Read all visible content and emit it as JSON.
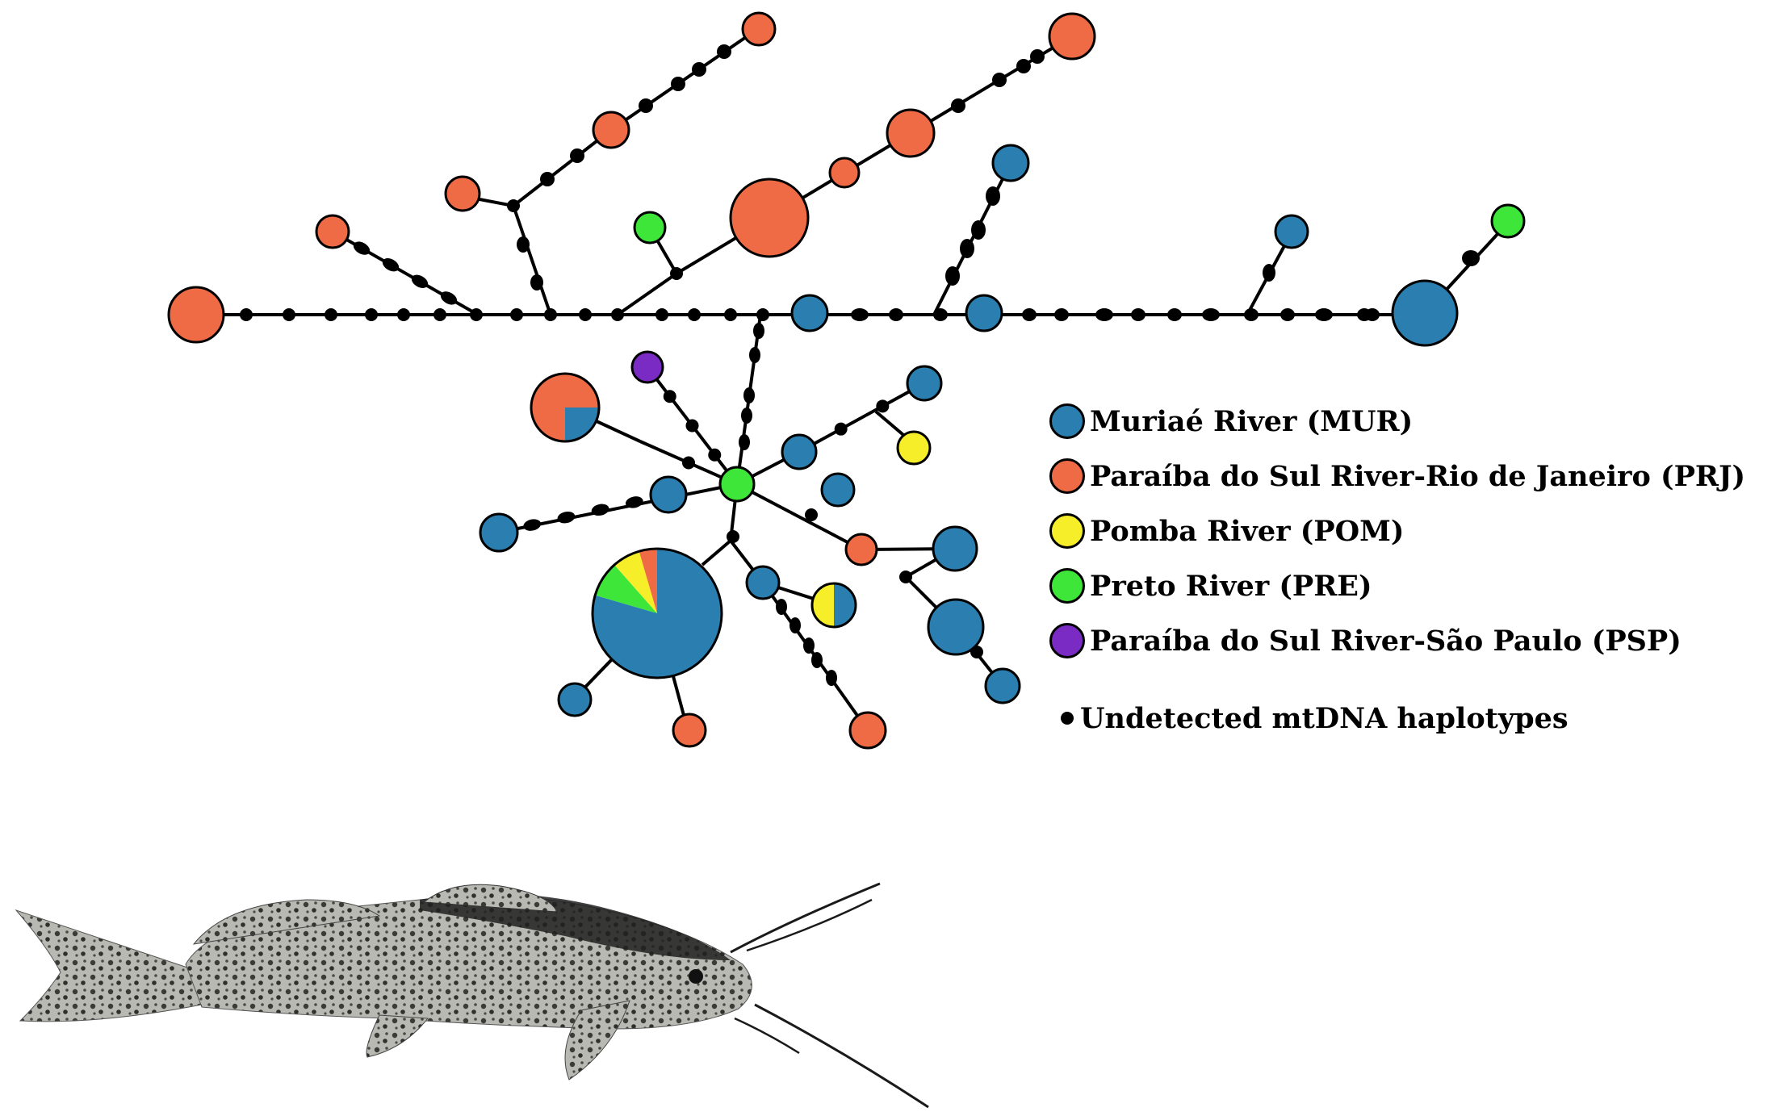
{
  "colors": {
    "MUR": "#2a7fb0",
    "PRJ": "#ef6b45",
    "POM": "#f7ee2a",
    "PRE": "#3ee63a",
    "PSP": "#7a2bc4",
    "undetected": "#000000"
  },
  "legend": [
    {
      "key": "MUR",
      "label": "Muriaé River (MUR)"
    },
    {
      "key": "PRJ",
      "label": "Paraíba do Sul River-Rio de Janeiro (PRJ)"
    },
    {
      "key": "POM",
      "label": "Pomba River (POM)"
    },
    {
      "key": "PRE",
      "label": "Preto River (PRE)"
    },
    {
      "key": "PSP",
      "label": "Paraíba do Sul River-São Paulo (PSP)"
    },
    {
      "key": "undetected",
      "label": "Undetected mtDNA haplotypes"
    }
  ],
  "fish": {
    "icon": "catfish-illustration"
  }
}
